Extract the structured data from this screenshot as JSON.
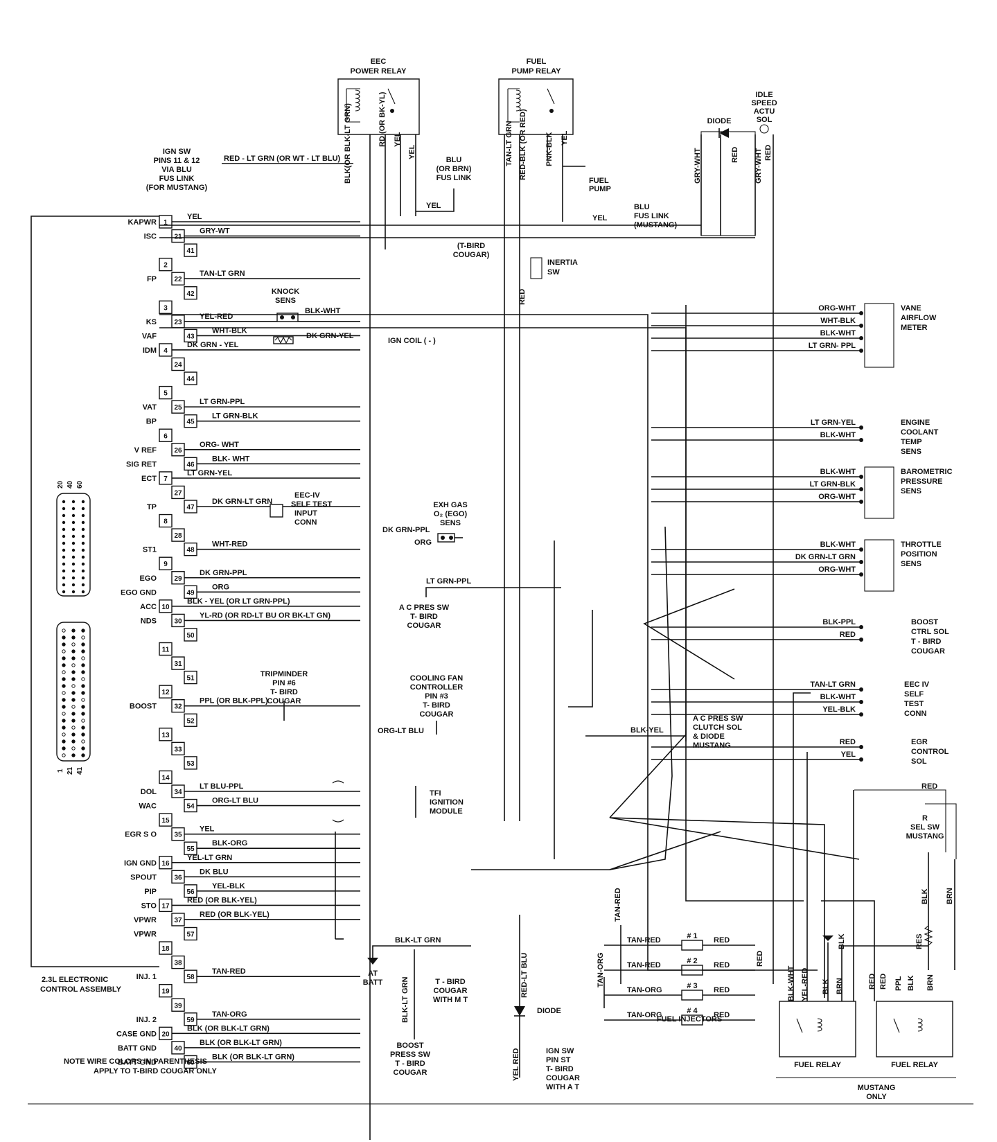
{
  "relays": {
    "eec": [
      "EEC",
      "POWER RELAY"
    ],
    "fuel_pump": [
      "FUEL",
      "PUMP RELAY"
    ]
  },
  "top_labels": {
    "ign_sw": [
      "IGN  SW",
      "PINS 11 & 12",
      "VIA BLU",
      "FUS LINK",
      "(FOR MUSTANG)"
    ],
    "ign_sw_wire": "RED - LT GRN (OR WT - LT BLU)",
    "blu_fus": [
      "BLU",
      "(OR BRN)",
      "FUS  LINK"
    ],
    "yel": "YEL",
    "fuel_pump": [
      "FUEL",
      "PUMP"
    ],
    "blu_fus_mustang": [
      "BLU",
      "FUS LINK",
      "(MUSTANG)"
    ],
    "diode": "DIODE",
    "idle_sol": [
      "IDLE",
      "SPEED",
      "ACTU",
      "SOL"
    ],
    "tbird_cougar": [
      "(T-BIRD",
      "COUGAR)"
    ],
    "inertia": [
      "INERTIA",
      "SW"
    ],
    "vertical": [
      "BLK(OR BLK-LT GRN)",
      "RD (OR BK-YL)",
      "YEL",
      "YEL",
      "TAN-LT GRN",
      "RED-BLK (OR RED)",
      "PNK-BLK",
      "YEL",
      "GRY-WHT",
      "RED",
      "GRY-WHT",
      "RED",
      "RED"
    ]
  },
  "pins": [
    {
      "n": "1",
      "sig": "KAPWR",
      "wire": "YEL"
    },
    {
      "n": "21",
      "sig": "ISC",
      "wire": "GRY-WT"
    },
    {
      "n": "41",
      "sig": "",
      "wire": ""
    },
    {
      "n": "2",
      "sig": "",
      "wire": ""
    },
    {
      "n": "22",
      "sig": "FP",
      "wire": "TAN-LT GRN"
    },
    {
      "n": "42",
      "sig": "",
      "wire": ""
    },
    {
      "n": "3",
      "sig": "",
      "wire": ""
    },
    {
      "n": "23",
      "sig": "KS",
      "wire": "YEL-RED"
    },
    {
      "n": "43",
      "sig": "VAF",
      "wire": "WHT-BLK"
    },
    {
      "n": "4",
      "sig": "IDM",
      "wire": "DK GRN - YEL"
    },
    {
      "n": "24",
      "sig": "",
      "wire": ""
    },
    {
      "n": "44",
      "sig": "",
      "wire": ""
    },
    {
      "n": "5",
      "sig": "",
      "wire": ""
    },
    {
      "n": "25",
      "sig": "VAT",
      "wire": "LT GRN-PPL"
    },
    {
      "n": "45",
      "sig": "BP",
      "wire": "LT GRN-BLK"
    },
    {
      "n": "6",
      "sig": "",
      "wire": ""
    },
    {
      "n": "26",
      "sig": "V REF",
      "wire": "ORG- WHT"
    },
    {
      "n": "46",
      "sig": "SIG RET",
      "wire": "BLK-  WHT"
    },
    {
      "n": "7",
      "sig": "ECT",
      "wire": "LT GRN-YEL"
    },
    {
      "n": "27",
      "sig": "",
      "wire": ""
    },
    {
      "n": "47",
      "sig": "TP",
      "wire": "DK GRN-LT GRN"
    },
    {
      "n": "8",
      "sig": "",
      "wire": ""
    },
    {
      "n": "28",
      "sig": "",
      "wire": ""
    },
    {
      "n": "48",
      "sig": "ST1",
      "wire": "WHT-RED"
    },
    {
      "n": "9",
      "sig": "",
      "wire": ""
    },
    {
      "n": "29",
      "sig": "EGO",
      "wire": "DK GRN-PPL"
    },
    {
      "n": "49",
      "sig": "EGO GND",
      "wire": "ORG"
    },
    {
      "n": "10",
      "sig": "ACC",
      "wire": "BLK - YEL (OR LT GRN-PPL)"
    },
    {
      "n": "30",
      "sig": "NDS",
      "wire": "YL-RD  (OR RD-LT BU OR BK-LT GN)"
    },
    {
      "n": "50",
      "sig": "",
      "wire": ""
    },
    {
      "n": "11",
      "sig": "",
      "wire": ""
    },
    {
      "n": "31",
      "sig": "",
      "wire": ""
    },
    {
      "n": "51",
      "sig": "",
      "wire": ""
    },
    {
      "n": "12",
      "sig": "",
      "wire": ""
    },
    {
      "n": "32",
      "sig": "BOOST",
      "wire": "PPL (OR BLK-PPL)"
    },
    {
      "n": "52",
      "sig": "",
      "wire": ""
    },
    {
      "n": "13",
      "sig": "",
      "wire": ""
    },
    {
      "n": "33",
      "sig": "",
      "wire": ""
    },
    {
      "n": "53",
      "sig": "",
      "wire": ""
    },
    {
      "n": "14",
      "sig": "",
      "wire": ""
    },
    {
      "n": "34",
      "sig": "DOL",
      "wire": "LT BLU-PPL"
    },
    {
      "n": "54",
      "sig": "WAC",
      "wire": "ORG-LT BLU"
    },
    {
      "n": "15",
      "sig": "",
      "wire": ""
    },
    {
      "n": "35",
      "sig": "EGR S O",
      "wire": "YEL"
    },
    {
      "n": "55",
      "sig": "",
      "wire": "BLK-ORG"
    },
    {
      "n": "16",
      "sig": "IGN GND",
      "wire": "YEL-LT GRN"
    },
    {
      "n": "36",
      "sig": "SPOUT",
      "wire": "DK BLU"
    },
    {
      "n": "56",
      "sig": "PIP",
      "wire": "YEL-BLK"
    },
    {
      "n": "17",
      "sig": "STO",
      "wire": "RED (OR BLK-YEL)"
    },
    {
      "n": "37",
      "sig": "VPWR",
      "wire": "RED (OR BLK-YEL)"
    },
    {
      "n": "57",
      "sig": "VPWR",
      "wire": ""
    },
    {
      "n": "18",
      "sig": "",
      "wire": ""
    },
    {
      "n": "38",
      "sig": "",
      "wire": ""
    },
    {
      "n": "58",
      "sig": "INJ. 1",
      "wire": "TAN-RED"
    },
    {
      "n": "19",
      "sig": "",
      "wire": ""
    },
    {
      "n": "39",
      "sig": "",
      "wire": ""
    },
    {
      "n": "59",
      "sig": "INJ. 2",
      "wire": "TAN-ORG"
    },
    {
      "n": "20",
      "sig": "CASE  GND",
      "wire": "BLK  (OR BLK-LT GRN)"
    },
    {
      "n": "40",
      "sig": "BATT  GND",
      "wire": "BLK  (OR BLK-LT GRN)"
    },
    {
      "n": "60",
      "sig": "BATT  GND",
      "wire": "BLK  (OR BLK-LT GRN)"
    }
  ],
  "ecu_label": [
    "2.3L ELECTRONIC",
    "CONTROL  ASSEMBLY"
  ],
  "connector_top": [
    "20",
    "40",
    "60"
  ],
  "connector_bottom": [
    "1",
    "21",
    "41"
  ],
  "mid_labels": {
    "knock": [
      "KNOCK",
      "SENS"
    ],
    "knock_wire": "BLK-WHT",
    "idm_wire2": "DK GRN-YEL",
    "ign_coil": "IGN COIL ( - )",
    "eec_test": [
      "EEC-IV",
      "SELF TEST",
      "INPUT",
      "CONN"
    ],
    "exh_gas": [
      "EXH GAS",
      "O₂ (EGO)",
      "SENS"
    ],
    "ego_wire_a": "DK GRN-PPL",
    "ego_wire_b": "ORG",
    "ac_wire": "LT GRN-PPL",
    "ac_pres": [
      "A  C PRES SW",
      "T- BIRD",
      "COUGAR"
    ],
    "tripminder": [
      "TRIPMINDER",
      "PIN #6",
      "T- BIRD",
      "COUGAR"
    ],
    "cooling": [
      "COOLING  FAN",
      "CONTROLLER",
      "PIN #3",
      "T- BIRD",
      "COUGAR"
    ],
    "cooling_wire": "ORG-LT BLU",
    "ac_clutch_wire": "BLK-YEL",
    "ac_clutch": [
      "A  C PRES SW",
      "CLUTCH SOL",
      "& DIODE",
      "MUSTANG"
    ],
    "tfi": [
      "TFI",
      "IGNITION",
      "MODULE"
    ],
    "gnd_wire": "BLK-LT GRN",
    "at_batt": [
      "AT",
      "BATT"
    ],
    "tbird_mt": [
      "T - BIRD",
      "COUGAR",
      "WITH M  T"
    ],
    "boost_press": [
      "BOOST",
      "PRESS SW",
      "T - BIRD",
      "COUGAR"
    ],
    "boost_vert": "BLK-LT GRN",
    "diode2": "DIODE",
    "red_lt_blu": "RED-LT BLU",
    "yel_red": "YEL RED",
    "ign_sw_pin": [
      "IGN SW",
      "PIN  ST",
      "T- BIRD",
      "COUGAR",
      "WITH A  T"
    ],
    "inj_vert_a": "TAN-RED",
    "inj_vert_b": "TAN-ORG",
    "injectors": [
      {
        "wire": "TAN-RED",
        "num": "# 1",
        "out": "RED"
      },
      {
        "wire": "TAN-RED",
        "num": "# 2",
        "out": "RED"
      },
      {
        "wire": "TAN-ORG",
        "num": "# 3",
        "out": "RED"
      },
      {
        "wire": "TAN-ORG",
        "num": "# 4",
        "out": "RED"
      }
    ],
    "fuel_injectors": "FUEL INJECTORS",
    "inj_red": "RED",
    "note": [
      "NOTE  WIRE  COLORS  IN  PARENTHESIS",
      "APPLY  TO  T-BIRD  COUGAR  ONLY"
    ]
  },
  "right_components": {
    "vane": {
      "wires": [
        "ORG-WHT",
        "WHT-BLK",
        "BLK-WHT",
        "LT GRN- PPL"
      ],
      "label": [
        "VANE",
        "AIRFLOW",
        "METER"
      ]
    },
    "coolant": {
      "wires": [
        "LT GRN-YEL",
        "BLK-WHT"
      ],
      "label": [
        "ENGINE",
        "COOLANT",
        "TEMP",
        "SENS"
      ]
    },
    "baro": {
      "wires": [
        "BLK-WHT",
        "LT GRN-BLK",
        "ORG-WHT"
      ],
      "label": [
        "BAROMETRIC",
        "PRESSURE",
        "SENS"
      ]
    },
    "throttle": {
      "wires": [
        "BLK-WHT",
        "DK GRN-LT GRN",
        "ORG-WHT"
      ],
      "label": [
        "THROTTLE",
        "POSITION",
        "SENS"
      ]
    },
    "boost_ctrl": {
      "wires": [
        "BLK-PPL",
        "RED"
      ],
      "label": [
        "BOOST",
        "CTRL  SOL",
        "T - BIRD",
        "COUGAR"
      ]
    },
    "eec_conn": {
      "wires": [
        "TAN-LT GRN",
        "BLK-WHT",
        "YEL-BLK"
      ],
      "label": [
        "EEC IV",
        "SELF",
        "TEST",
        "CONN"
      ]
    },
    "egr": {
      "wires": [
        "RED",
        "YEL"
      ],
      "label": [
        "EGR",
        "CONTROL",
        "SOL"
      ]
    },
    "red_top": "RED",
    "sel_sw": [
      "R",
      "SEL  SW",
      "MUSTANG"
    ],
    "rel_vert": [
      "BLK",
      "BRN",
      "RES"
    ],
    "fuel_relay_a": {
      "wires": [
        "BLK-WHT",
        "YEL-RED",
        "BLK",
        "BRN"
      ],
      "label": "FUEL  RELAY"
    },
    "fuel_relay_b": {
      "wires": [
        "RED",
        "RED",
        "PPL",
        "BLK",
        "BRN"
      ],
      "label": "FUEL   RELAY"
    },
    "blk": "BLK",
    "mustang_only": [
      "MUSTANG",
      "ONLY"
    ]
  }
}
